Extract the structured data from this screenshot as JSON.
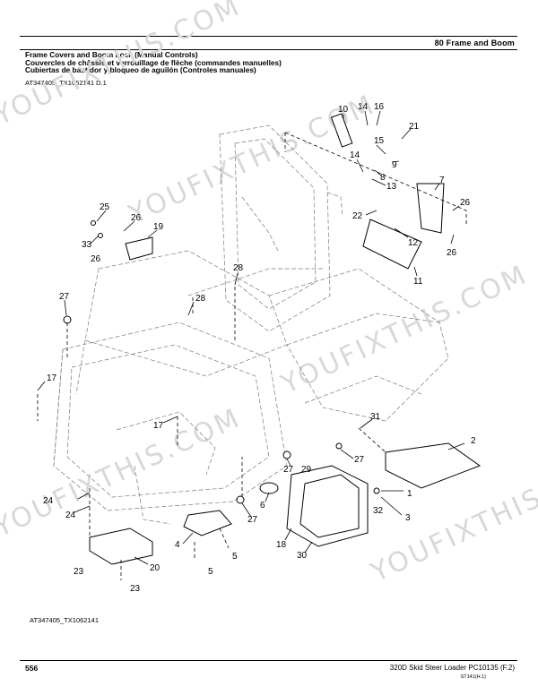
{
  "section_title": "80 Frame and Boom",
  "heading": {
    "en": "Frame Covers and Boom Lock (Manual Controls)",
    "fr": "Couvercles de châssis et verrouillage de flèche (commandes manuelles)",
    "es": "Cubiertas de bastidor y bloqueo de aguilón (Controles manuales)"
  },
  "ref_top": "AT347405_TX1062141 D.1",
  "ref_bottom": "AT347405_TX1062141",
  "footer": {
    "page": "556",
    "doc": "320D Skid Steer Loader    PC10135    (F.2)",
    "sub": "ST141(H.1)"
  },
  "watermark": "YOUFIXTHIS.COM",
  "callouts": [
    "10",
    "14",
    "16",
    "21",
    "15",
    "9",
    "14",
    "8",
    "13",
    "7",
    "26",
    "22",
    "12",
    "26",
    "11",
    "25",
    "26",
    "19",
    "33",
    "26",
    "28",
    "27",
    "28",
    "17",
    "17",
    "31",
    "2",
    "27",
    "29",
    "27",
    "6",
    "1",
    "32",
    "3",
    "24",
    "24",
    "27",
    "18",
    "30",
    "4",
    "5",
    "20",
    "23",
    "5",
    "23"
  ]
}
